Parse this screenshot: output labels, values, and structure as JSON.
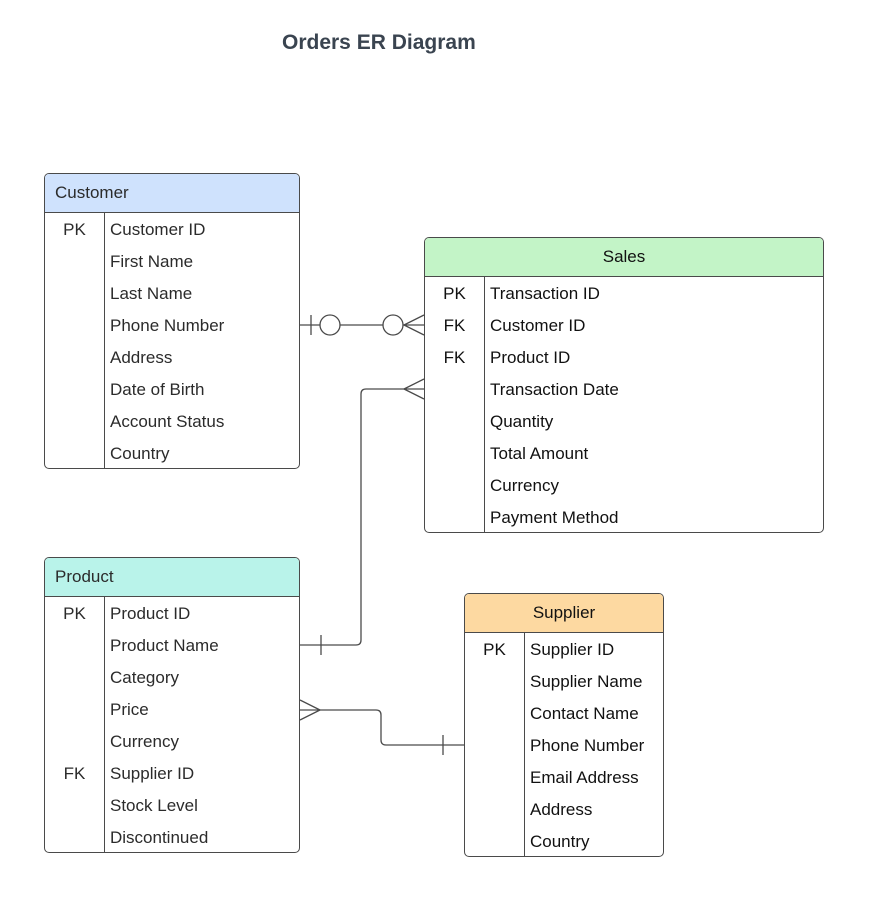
{
  "title": "Orders ER Diagram",
  "colors": {
    "customer_header": "#cfe2fd",
    "sales_header": "#c3f4c7",
    "product_header": "#b9f3ea",
    "supplier_header": "#fdd9a1",
    "border": "#4a4a4a"
  },
  "entities": {
    "customer": {
      "name": "Customer",
      "rows": [
        {
          "key": "PK",
          "field": "Customer ID"
        },
        {
          "key": "",
          "field": "First Name"
        },
        {
          "key": "",
          "field": "Last Name"
        },
        {
          "key": "",
          "field": "Phone Number"
        },
        {
          "key": "",
          "field": "Address"
        },
        {
          "key": "",
          "field": "Date of Birth"
        },
        {
          "key": "",
          "field": "Account Status"
        },
        {
          "key": "",
          "field": "Country"
        }
      ]
    },
    "sales": {
      "name": "Sales",
      "rows": [
        {
          "key": "PK",
          "field": "Transaction ID"
        },
        {
          "key": "FK",
          "field": "Customer ID"
        },
        {
          "key": "FK",
          "field": "Product ID"
        },
        {
          "key": "",
          "field": "Transaction Date"
        },
        {
          "key": "",
          "field": "Quantity"
        },
        {
          "key": "",
          "field": "Total Amount"
        },
        {
          "key": "",
          "field": "Currency"
        },
        {
          "key": "",
          "field": "Payment Method"
        }
      ]
    },
    "product": {
      "name": "Product",
      "rows": [
        {
          "key": "PK",
          "field": "Product ID"
        },
        {
          "key": "",
          "field": "Product Name"
        },
        {
          "key": "",
          "field": "Category"
        },
        {
          "key": "",
          "field": "Price"
        },
        {
          "key": "",
          "field": "Currency"
        },
        {
          "key": "FK",
          "field": "Supplier ID"
        },
        {
          "key": "",
          "field": "Stock Level"
        },
        {
          "key": "",
          "field": "Discontinued"
        }
      ]
    },
    "supplier": {
      "name": "Supplier",
      "rows": [
        {
          "key": "PK",
          "field": "Supplier ID"
        },
        {
          "key": "",
          "field": "Supplier Name"
        },
        {
          "key": "",
          "field": "Contact Name"
        },
        {
          "key": "",
          "field": "Phone Number"
        },
        {
          "key": "",
          "field": "Email Address"
        },
        {
          "key": "",
          "field": "Address"
        },
        {
          "key": "",
          "field": "Country"
        }
      ]
    }
  },
  "relationships": [
    {
      "from": "Customer",
      "from_cardinality": "zero-or-one",
      "to": "Sales",
      "to_cardinality": "zero-or-many"
    },
    {
      "from": "Product",
      "from_cardinality": "one",
      "to": "Sales",
      "to_cardinality": "many"
    },
    {
      "from": "Supplier",
      "from_cardinality": "one",
      "to": "Product",
      "to_cardinality": "many"
    }
  ]
}
